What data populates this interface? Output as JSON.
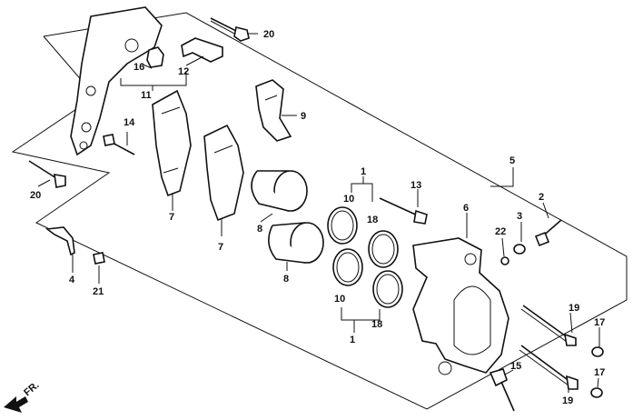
{
  "diagram": {
    "callouts": [
      {
        "id": "c20a",
        "text": "20"
      },
      {
        "id": "c16",
        "text": "16"
      },
      {
        "id": "c12",
        "text": "12"
      },
      {
        "id": "c11",
        "text": "11"
      },
      {
        "id": "c14",
        "text": "14"
      },
      {
        "id": "c9",
        "text": "9"
      },
      {
        "id": "c20b",
        "text": "20"
      },
      {
        "id": "c7a",
        "text": "7"
      },
      {
        "id": "c7b",
        "text": "7"
      },
      {
        "id": "c8a",
        "text": "8"
      },
      {
        "id": "c8b",
        "text": "8"
      },
      {
        "id": "c1a",
        "text": "1"
      },
      {
        "id": "c10a",
        "text": "10"
      },
      {
        "id": "c18a",
        "text": "18"
      },
      {
        "id": "c13",
        "text": "13"
      },
      {
        "id": "c6",
        "text": "6"
      },
      {
        "id": "c5",
        "text": "5"
      },
      {
        "id": "c2",
        "text": "2"
      },
      {
        "id": "c3",
        "text": "3"
      },
      {
        "id": "c22",
        "text": "22"
      },
      {
        "id": "c4",
        "text": "4"
      },
      {
        "id": "c21",
        "text": "21"
      },
      {
        "id": "c10b",
        "text": "10"
      },
      {
        "id": "c18b",
        "text": "18"
      },
      {
        "id": "c1b",
        "text": "1"
      },
      {
        "id": "c19a",
        "text": "19"
      },
      {
        "id": "c17a",
        "text": "17"
      },
      {
        "id": "c15",
        "text": "15"
      },
      {
        "id": "c17b",
        "text": "17"
      },
      {
        "id": "c19b",
        "text": "19"
      }
    ],
    "direction_label": "FR."
  },
  "colors": {
    "ink": "#111111",
    "paper": "#ffffff"
  }
}
